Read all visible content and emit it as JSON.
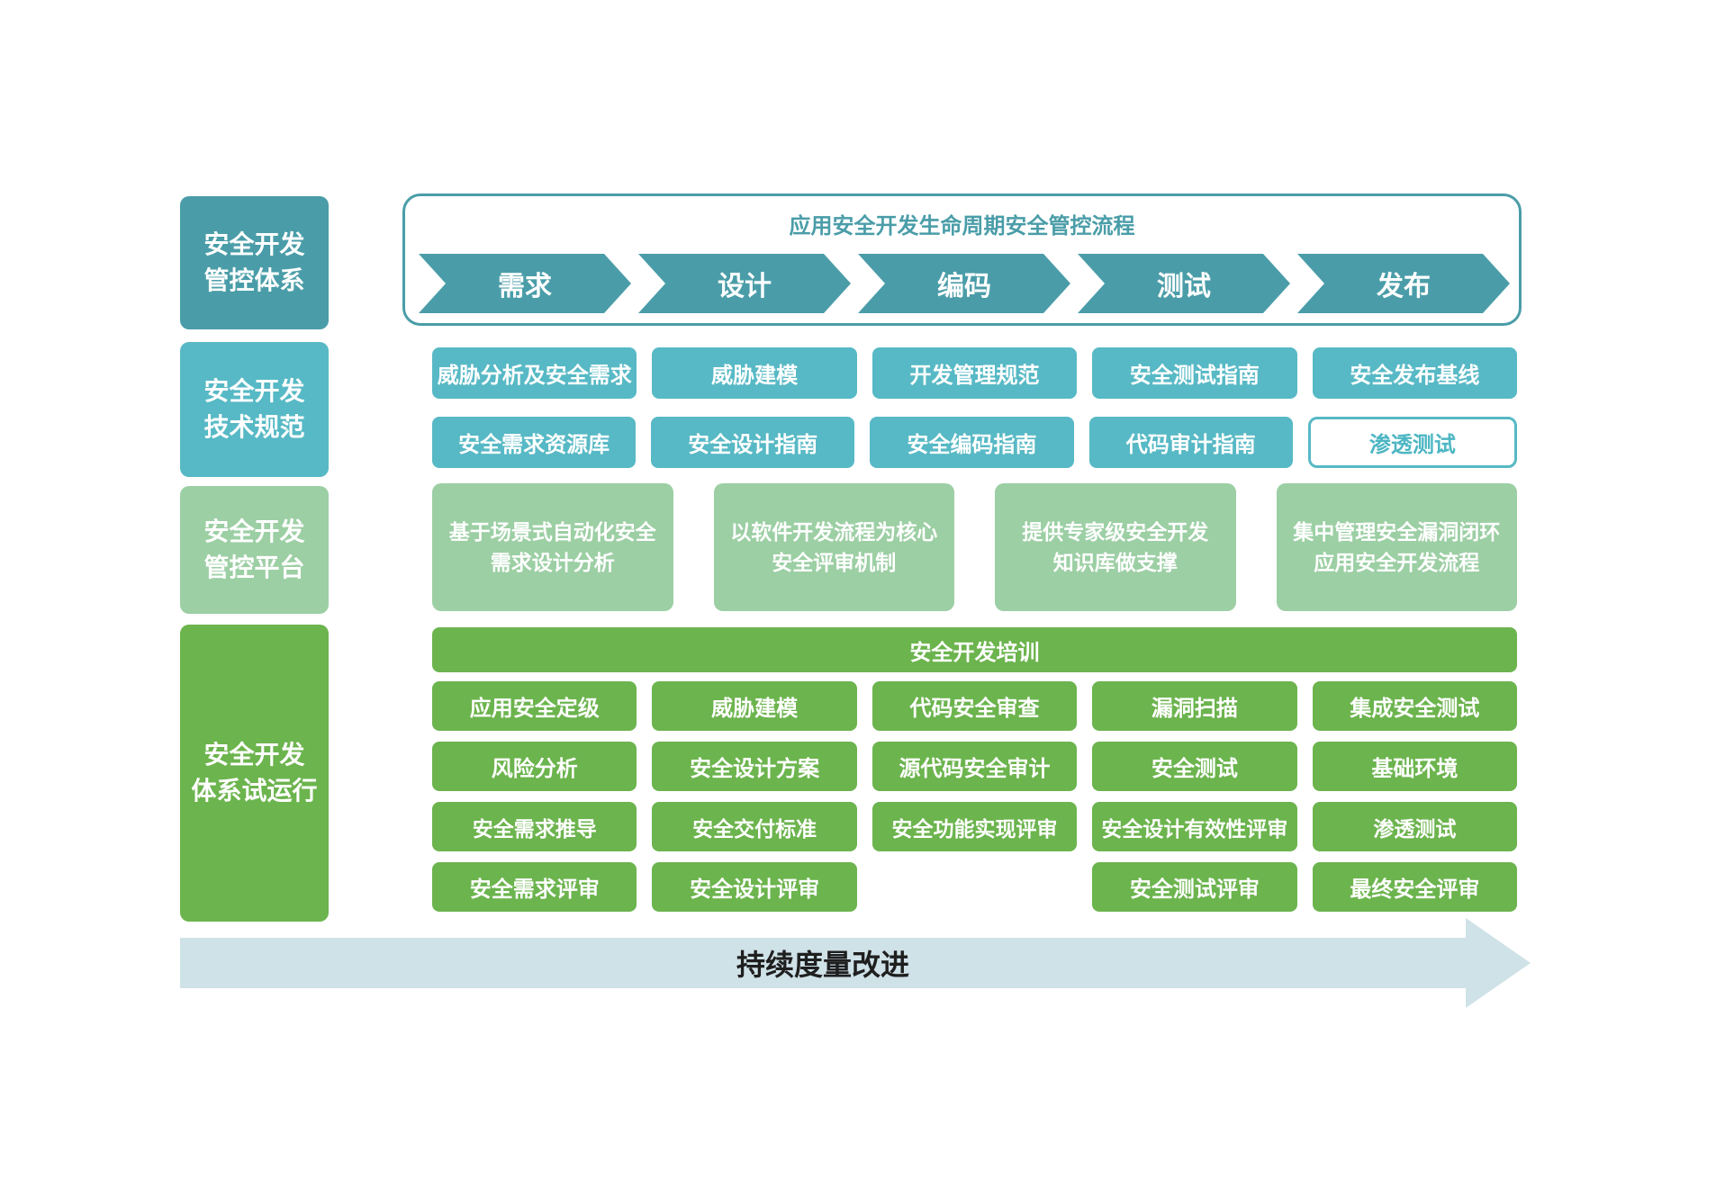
{
  "colors": {
    "teal_dark": "#4a9da8",
    "teal_light": "#57b9c5",
    "teal_outline_text": "#4db6c3",
    "green_light": "#9ccfa4",
    "green": "#6cb44e",
    "footer_arrow_fill": "#cfe2e8",
    "footer_arrow_text": "#1f1f1f",
    "box_text": "#ffffff"
  },
  "left_column": [
    {
      "id": "framework",
      "label": "安全开发\n管控体系"
    },
    {
      "id": "specs",
      "label": "安全开发\n技术规范"
    },
    {
      "id": "platform",
      "label": "安全开发\n管控平台"
    },
    {
      "id": "trial",
      "label": "安全开发\n体系试运行"
    }
  ],
  "lifecycle": {
    "title": "应用安全开发生命周期安全管控流程",
    "stages": [
      "需求",
      "设计",
      "编码",
      "测试",
      "发布"
    ]
  },
  "specs": {
    "row1": [
      "威胁分析及安全需求",
      "威胁建模",
      "开发管理规范",
      "安全测试指南",
      "安全发布基线"
    ],
    "row2": [
      "安全需求资源库",
      "安全设计指南",
      "安全编码指南",
      "代码审计指南",
      "渗透测试"
    ]
  },
  "platform": {
    "items": [
      "基于场景式自动化安全\n需求设计分析",
      "以软件开发流程为核心\n安全评审机制",
      "提供专家级安全开发\n知识库做支撑",
      "集中管理安全漏洞闭环\n应用安全开发流程"
    ]
  },
  "trial": {
    "header": "安全开发培训",
    "grid": [
      [
        "应用安全定级",
        "威胁建模",
        "代码安全审查",
        "漏洞扫描",
        "集成安全测试"
      ],
      [
        "风险分析",
        "安全设计方案",
        "源代码安全审计",
        "安全测试",
        "基础环境"
      ],
      [
        "安全需求推导",
        "安全交付标准",
        "安全功能实现评审",
        "安全设计有效性评审",
        "渗透测试"
      ],
      [
        "安全需求评审",
        "安全设计评审",
        "",
        "安全测试评审",
        "最终安全评审"
      ]
    ]
  },
  "footer_arrow": {
    "label": "持续度量改进"
  }
}
